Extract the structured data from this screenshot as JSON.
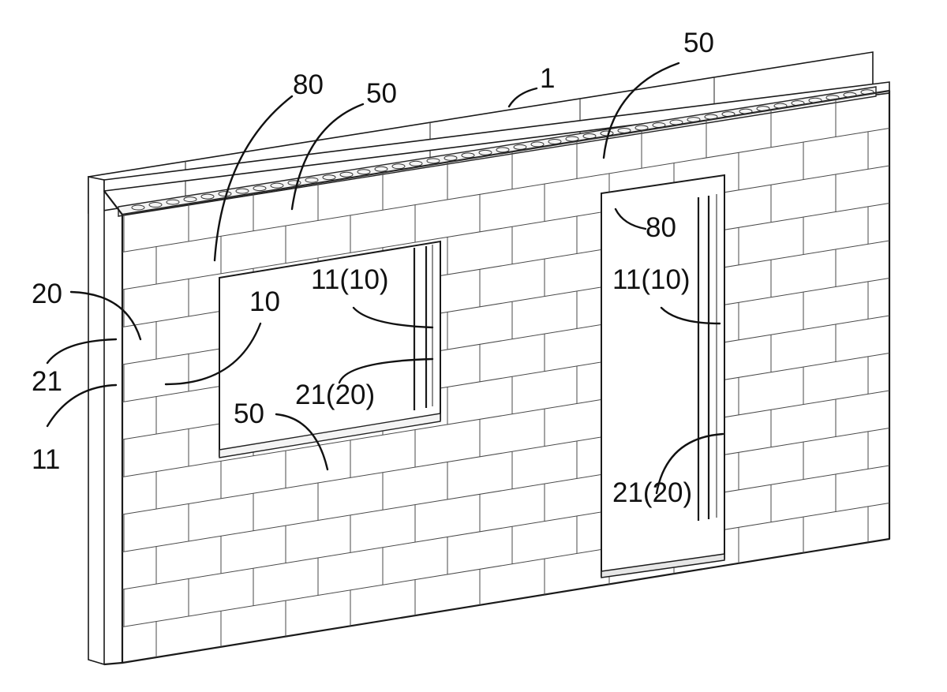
{
  "figure": {
    "callouts": [
      {
        "id": "c1",
        "label": "1"
      },
      {
        "id": "c50a",
        "label": "50"
      },
      {
        "id": "c80a",
        "label": "80"
      },
      {
        "id": "c50b",
        "label": "50"
      },
      {
        "id": "c80b",
        "label": "80"
      },
      {
        "id": "c20",
        "label": "20"
      },
      {
        "id": "c10",
        "label": "10"
      },
      {
        "id": "c21",
        "label": "21"
      },
      {
        "id": "c11",
        "label": "11"
      },
      {
        "id": "c1110a",
        "label": "11(10)"
      },
      {
        "id": "c2120a",
        "label": "21(20)"
      },
      {
        "id": "c50c",
        "label": "50"
      },
      {
        "id": "c1110b",
        "label": "11(10)"
      },
      {
        "id": "c2120b",
        "label": "21(20)"
      }
    ]
  }
}
